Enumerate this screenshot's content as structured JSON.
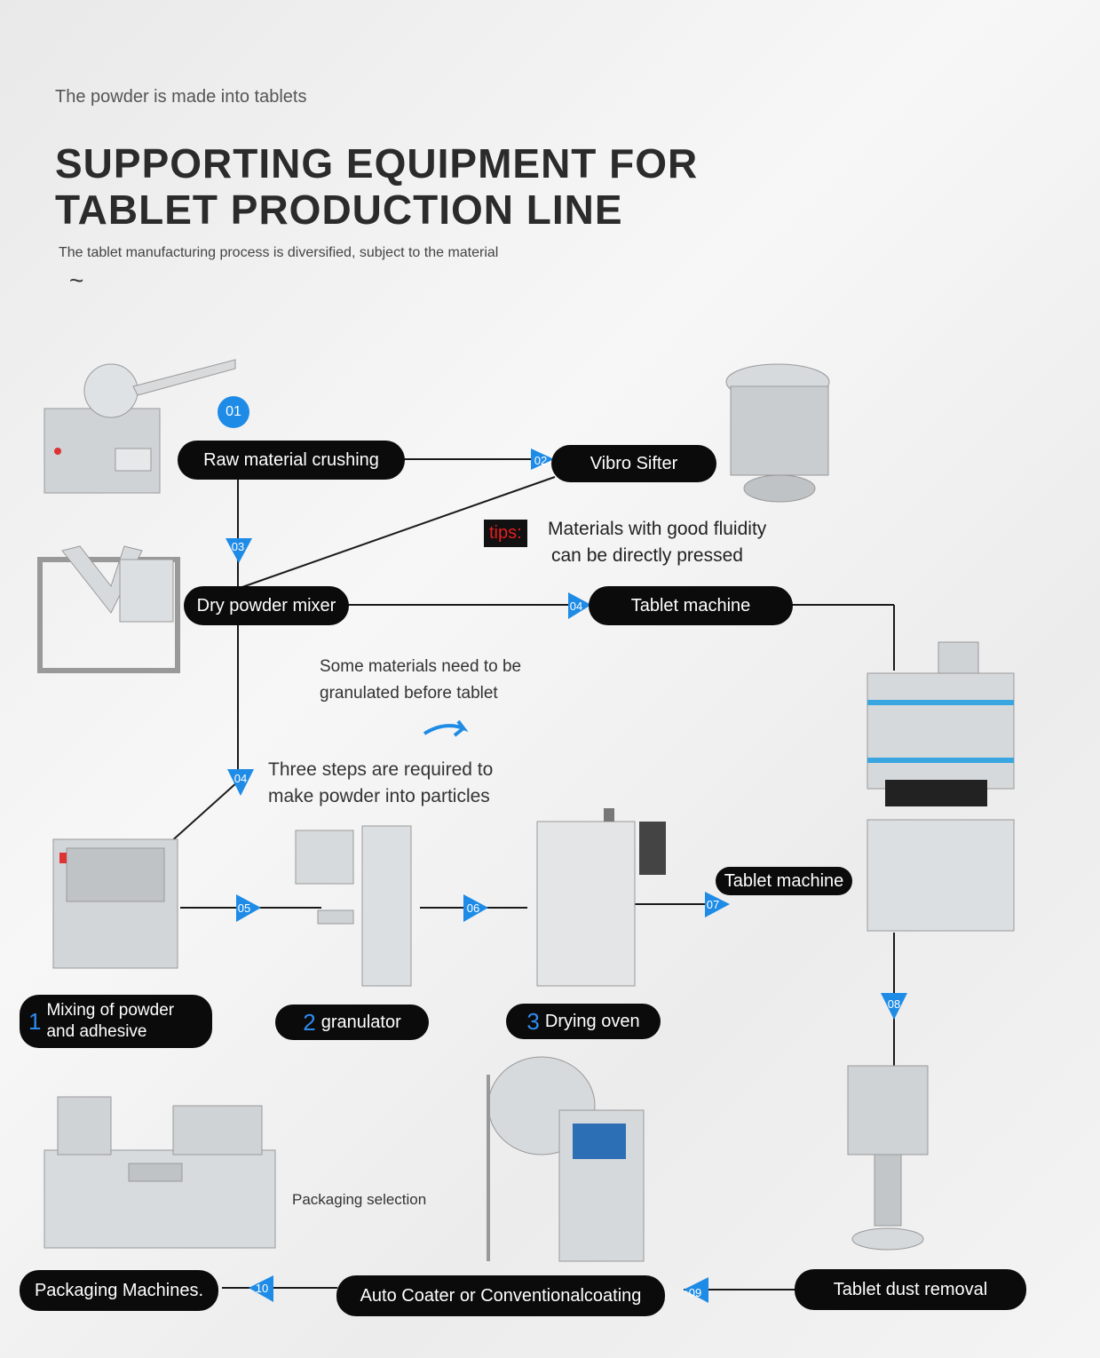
{
  "header": {
    "kicker": "The powder is made into tablets",
    "title_line1": "SUPPORTING EQUIPMENT FOR",
    "title_line2": "TABLET PRODUCTION LINE",
    "subtitle": "The tablet manufacturing process is diversified, subject to the material",
    "tilde": "~"
  },
  "steps": {
    "s01": "01",
    "s02": "02",
    "s03": "03",
    "s04a": "04",
    "s04b": "04",
    "s05": "05",
    "s06": "06",
    "s07": "07",
    "s08": "08",
    "s09": "09",
    "s10": "10"
  },
  "nodes": {
    "raw_crushing": "Raw material crushing",
    "vibro_sifter": "Vibro Sifter",
    "dry_powder_mixer": "Dry powder mixer",
    "tablet_machine_top": "Tablet machine",
    "tablet_machine_mid": "Tablet machine",
    "mixing_num": "1",
    "mixing_label_1": "Mixing of powder",
    "mixing_label_2": "and adhesive",
    "granulator_num": "2",
    "granulator_label": "granulator",
    "drying_num": "3",
    "drying_label": "Drying oven",
    "dust_removal": "Tablet dust removal",
    "coater": "Auto Coater or Conventionalcoating",
    "packaging": "Packaging Machines."
  },
  "tips": {
    "label": "tips:",
    "line1": "Materials with good fluidity",
    "line2": "can be directly pressed"
  },
  "notes": {
    "granulate_1": "Some materials need to be",
    "granulate_2": "granulated before tablet",
    "three_steps_1": "Three steps are required to",
    "three_steps_2": "make powder into particles",
    "packaging_selection": "Packaging selection"
  },
  "colors": {
    "accent_blue": "#1e8be6",
    "pill_black": "#0b0b0b",
    "tips_red": "#e81e1e"
  }
}
